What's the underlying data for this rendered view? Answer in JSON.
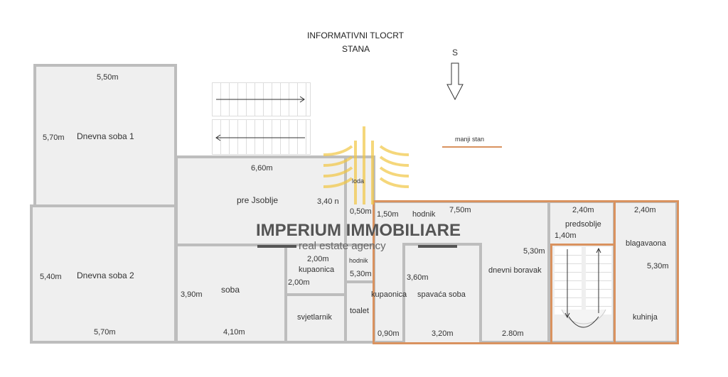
{
  "title": {
    "line1": "INFORMATIVNI TLOCRT",
    "line2": "STANA"
  },
  "north": "S",
  "legend": {
    "label": "manji stan",
    "color": "#d9925f"
  },
  "watermark": {
    "brand": "IMPERIUM IMMOBILIARE",
    "tagline": "real estate agency",
    "color": "#f2c744"
  },
  "rooms": {
    "dnevna1": {
      "name": "Dnevna soba 1",
      "w": "5,50m",
      "h": "5,70m"
    },
    "dnevna2": {
      "name": "Dnevna soba 2",
      "w": "5,70m",
      "h": "5,40m"
    },
    "predsoblje": {
      "name": "pre Jsoblje",
      "w": "6,60m",
      "h": "3,40 n"
    },
    "loda": {
      "name": "loda",
      "w": "0,50m"
    },
    "soba": {
      "name": "soba",
      "w": "4,10m",
      "h": "3,90m"
    },
    "kupaonica": {
      "name": "kupaonica",
      "w": "2,00m",
      "h": "2,00m"
    },
    "svjetlarnik": {
      "name": "svjetlarnik"
    },
    "hodnik1": {
      "name": "hodnik",
      "h": "5,30m"
    },
    "toalet": {
      "name": "toalet"
    },
    "hodnik2": {
      "name": "hodnik",
      "w": "7,50m",
      "h": "1,50m"
    },
    "kupaonica2": {
      "name": "kupaonica",
      "w": "0,90m"
    },
    "spavaca": {
      "name": "spavaća soba",
      "w": "3,20m",
      "h": "3,60m"
    },
    "dnevni": {
      "name": "dnevni boravak",
      "w": "2.80m",
      "h": "5,30m"
    },
    "predsoblje2": {
      "name": "predsoblje",
      "w": "2,40m",
      "h": "1,40m"
    },
    "blagavaona": {
      "name": "blagavaona",
      "w": "2,40m",
      "h": "5,30m"
    },
    "kuhinja": {
      "name": "kuhinja"
    }
  }
}
